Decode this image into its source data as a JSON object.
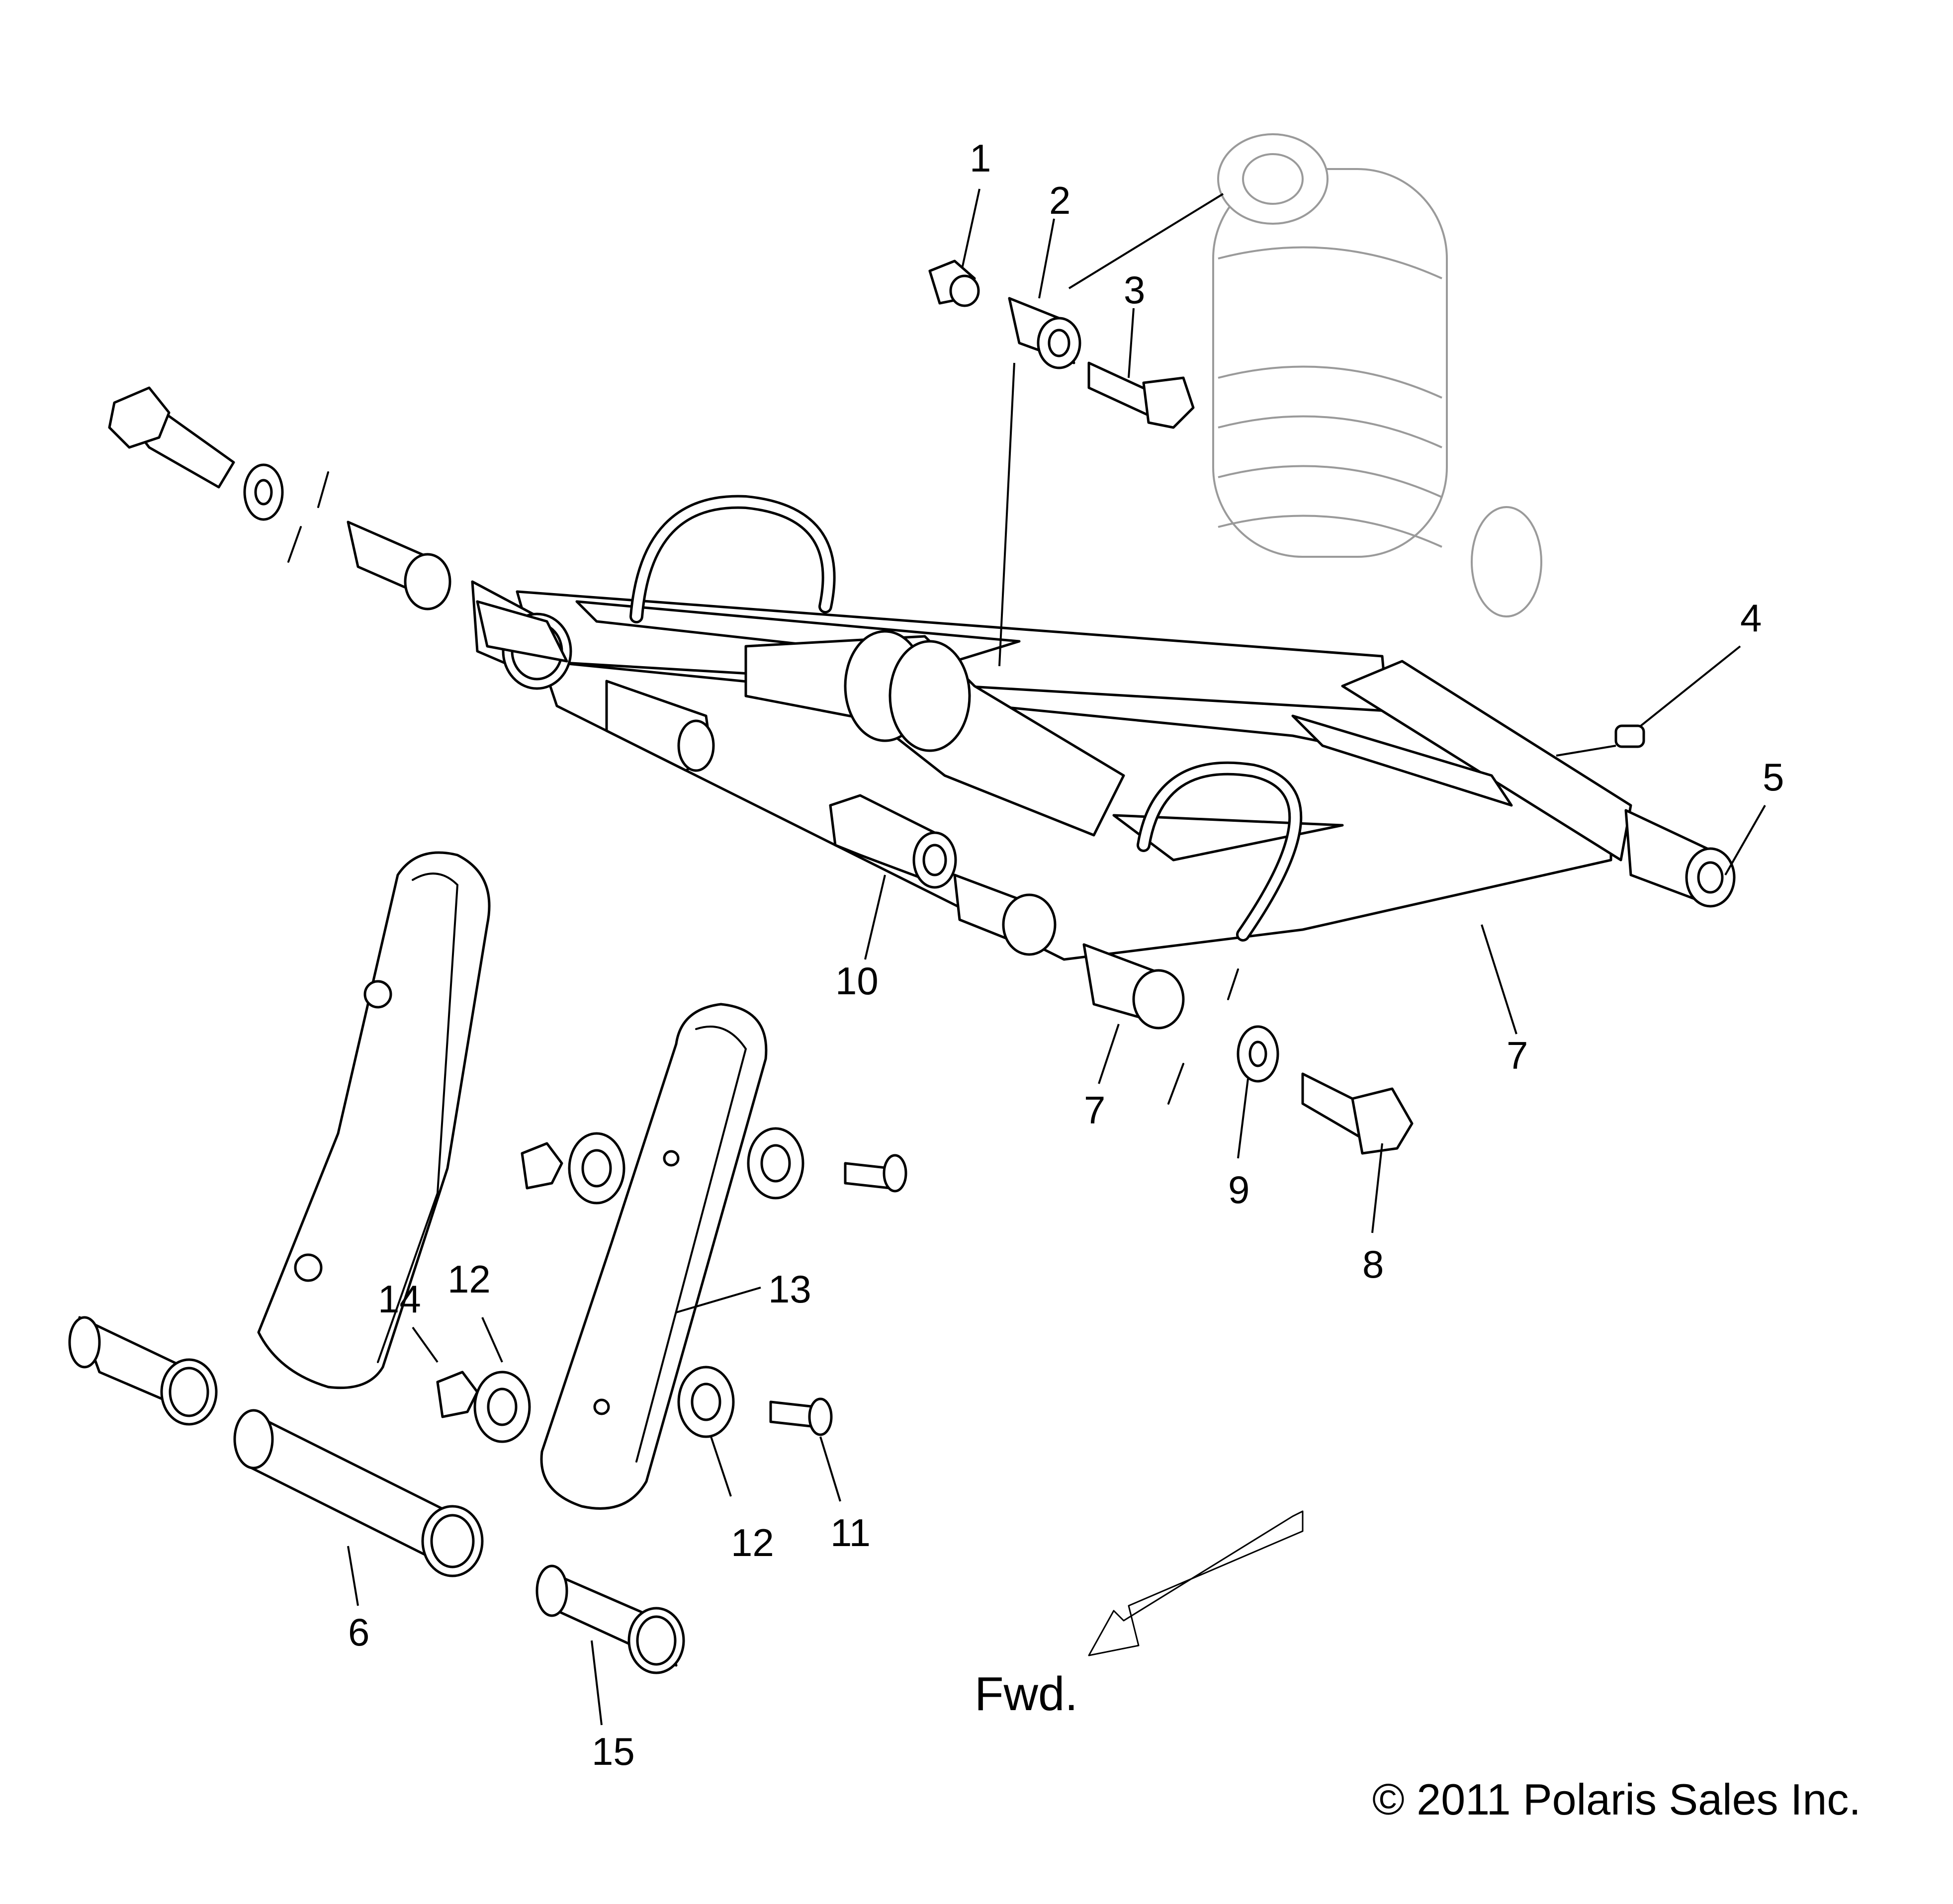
{
  "callouts": [
    {
      "id": "1",
      "text": "1"
    },
    {
      "id": "2",
      "text": "2"
    },
    {
      "id": "3",
      "text": "3"
    },
    {
      "id": "4",
      "text": "4"
    },
    {
      "id": "5",
      "text": "5"
    },
    {
      "id": "6",
      "text": "6"
    },
    {
      "id": "7a",
      "text": "7"
    },
    {
      "id": "7b",
      "text": "7"
    },
    {
      "id": "8",
      "text": "8"
    },
    {
      "id": "9",
      "text": "9"
    },
    {
      "id": "10",
      "text": "10"
    },
    {
      "id": "11",
      "text": "11"
    },
    {
      "id": "12a",
      "text": "12"
    },
    {
      "id": "12b",
      "text": "12"
    },
    {
      "id": "13",
      "text": "13"
    },
    {
      "id": "14",
      "text": "14"
    },
    {
      "id": "15",
      "text": "15"
    }
  ],
  "direction_label": "Fwd.",
  "copyright": "© 2011 Polaris Sales Inc."
}
